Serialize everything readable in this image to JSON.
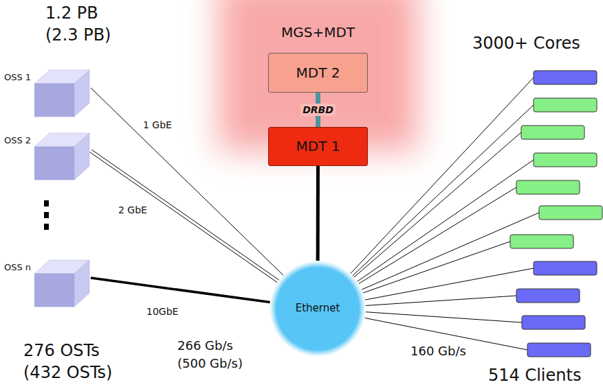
{
  "diagram": {
    "nodes": [
      {
        "text": [
          "MGS+MDT"
        ]
      },
      {
        "text": [
          "MDT 2"
        ],
        "in": 0
      },
      {
        "text": [
          "MDT 1"
        ],
        "in": 0
      },
      {
        "text": [
          "OSS 1"
        ]
      },
      {
        "text": [
          "OSS 2"
        ]
      },
      {
        "text": [
          "OSS n"
        ]
      },
      {
        "text": [
          "Ethernet"
        ]
      }
    ],
    "edges": [
      {
        "from": 1,
        "to": 2,
        "arrow": "none",
        "label": "DRBD"
      },
      {
        "from": 2,
        "to": 6,
        "arrow": "none"
      },
      {
        "from": 3,
        "to": 6,
        "arrow": "none",
        "label": "1 GbE"
      },
      {
        "from": 4,
        "to": 6,
        "arrow": "none",
        "label": "2 GbE"
      },
      {
        "from": 5,
        "to": 6,
        "arrow": "none",
        "label": "10GbE"
      }
    ],
    "labels": [
      "1.2 PB",
      "(2.3 PB)",
      "276 OSTs",
      "(432 OSTs)",
      "266 Gb/s",
      "(500 Gb/s)",
      "3000+ Cores",
      "514 Clients",
      "160 Gb/s"
    ]
  }
}
